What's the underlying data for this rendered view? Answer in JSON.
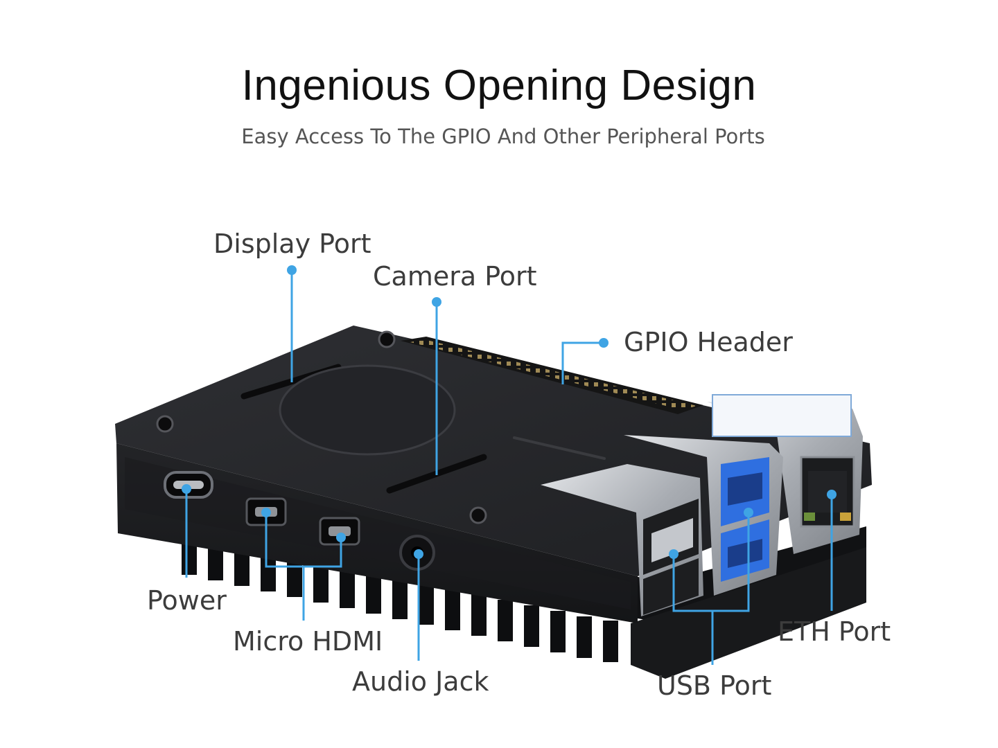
{
  "header": {
    "title": "Ingenious Opening Design",
    "subtitle": "Easy Access To The GPIO And Other Peripheral Ports"
  },
  "callouts": {
    "display_port": "Display Port",
    "camera_port": "Camera Port",
    "gpio_header": "GPIO Header",
    "power": "Power",
    "micro_hdmi": "Micro HDMI",
    "audio_jack": "Audio Jack",
    "usb_port": "USB Port",
    "eth_port": "ETH Port"
  },
  "colors": {
    "callout_line": "#3fa4e4",
    "case_body": "#1c1d20",
    "case_top": "#2a2b2f",
    "usb3_blue": "#2f6fe0",
    "metal": "#b8bcc2"
  }
}
